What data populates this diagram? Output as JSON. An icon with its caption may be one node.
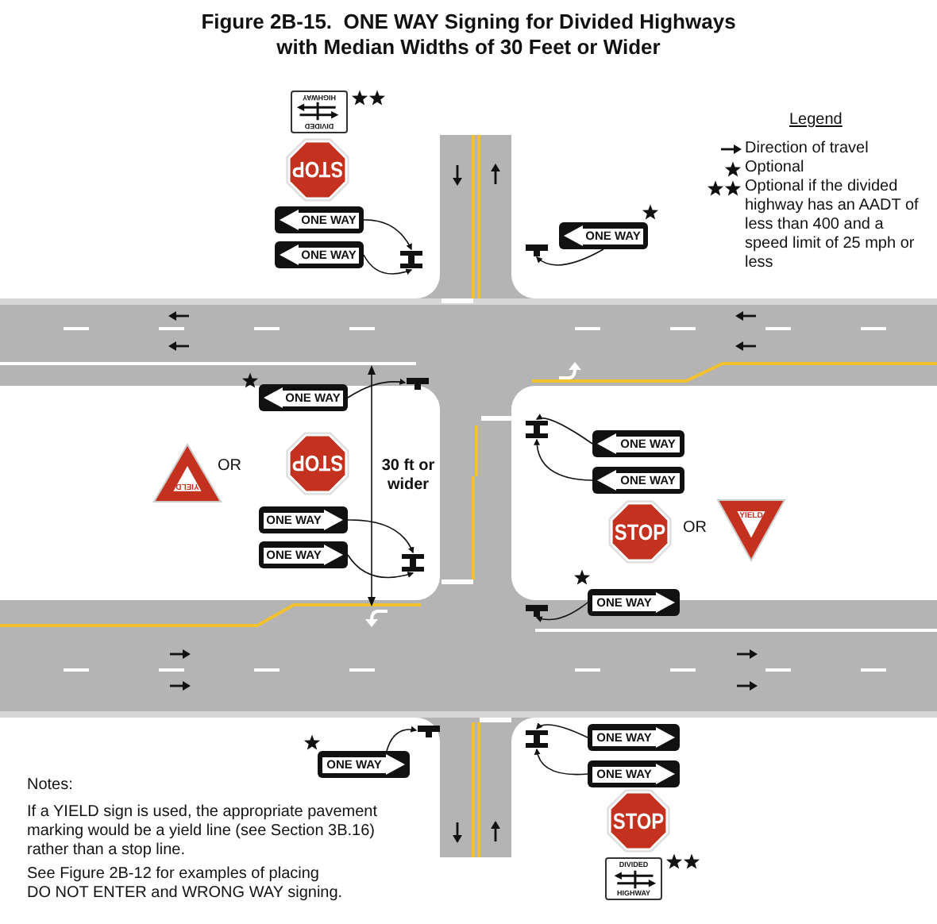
{
  "diagram": {
    "title": "Figure 2B-15.  ONE WAY Signing for Divided Highways with Median Widths of 30 Feet or Wider",
    "nodes": [
      {
        "text": [
          "DIVIDED",
          "HIGHWAY"
        ]
      },
      {
        "text": [
          "STOP"
        ]
      },
      {
        "text": [
          "ONE WAY"
        ]
      },
      {
        "text": [
          "ONE WAY"
        ]
      },
      {
        "text": [],
        "shape": "post"
      },
      {
        "text": [
          "ONE WAY"
        ]
      },
      {
        "text": [],
        "shape": "post"
      },
      {
        "text": [
          "ONE WAY"
        ]
      },
      {
        "text": [],
        "shape": "post"
      },
      {
        "text": [
          "YIELD"
        ]
      },
      {
        "text": [
          "STOP"
        ]
      },
      {
        "text": [
          "ONE WAY"
        ]
      },
      {
        "text": [
          "ONE WAY"
        ]
      },
      {
        "text": [],
        "shape": "post"
      },
      {
        "text": [],
        "shape": "post"
      },
      {
        "text": [
          "ONE WAY"
        ]
      },
      {
        "text": [
          "ONE WAY"
        ]
      },
      {
        "text": [
          "STOP"
        ]
      },
      {
        "text": [
          "YIELD"
        ]
      },
      {
        "text": [
          "ONE WAY"
        ]
      },
      {
        "text": [],
        "shape": "post"
      },
      {
        "text": [
          "ONE WAY"
        ]
      },
      {
        "text": [],
        "shape": "post"
      },
      {
        "text": [],
        "shape": "post"
      },
      {
        "text": [
          "ONE WAY"
        ]
      },
      {
        "text": [
          "ONE WAY"
        ]
      },
      {
        "text": [
          "STOP"
        ]
      },
      {
        "text": [
          "DIVIDED",
          "HIGHWAY"
        ]
      }
    ],
    "edges": [
      {
        "from": 2,
        "to": 4,
        "arrow": "to"
      },
      {
        "from": 3,
        "to": 4,
        "arrow": "to"
      },
      {
        "from": 5,
        "to": 6,
        "arrow": "to"
      },
      {
        "from": 7,
        "to": 8,
        "arrow": "to"
      },
      {
        "from": 11,
        "to": 13,
        "arrow": "to"
      },
      {
        "from": 12,
        "to": 13,
        "arrow": "to"
      },
      {
        "from": 15,
        "to": 14,
        "arrow": "to"
      },
      {
        "from": 16,
        "to": 14,
        "arrow": "to"
      },
      {
        "from": 19,
        "to": 20,
        "arrow": "to"
      },
      {
        "from": 21,
        "to": 22,
        "arrow": "to"
      },
      {
        "from": 24,
        "to": 23,
        "arrow": "to"
      },
      {
        "from": 25,
        "to": 23,
        "arrow": "to"
      }
    ],
    "labels": [
      "Legend",
      "OR",
      "30 ft or wider",
      "OR",
      "Notes:",
      "If a YIELD sign is used, the appropriate pavement marking would be a yield line (see Section 3B.16) rather than a stop line.",
      "See Figure 2B-12 for examples of placing DO NOT ENTER and WRONG WAY signing."
    ],
    "legend": [
      {
        "text": "Direction of travel"
      },
      {
        "text": "Optional"
      },
      {
        "text": "Optional if the divided highway has an AADT of less than 400 and a speed limit of 25 mph or less"
      }
    ]
  }
}
